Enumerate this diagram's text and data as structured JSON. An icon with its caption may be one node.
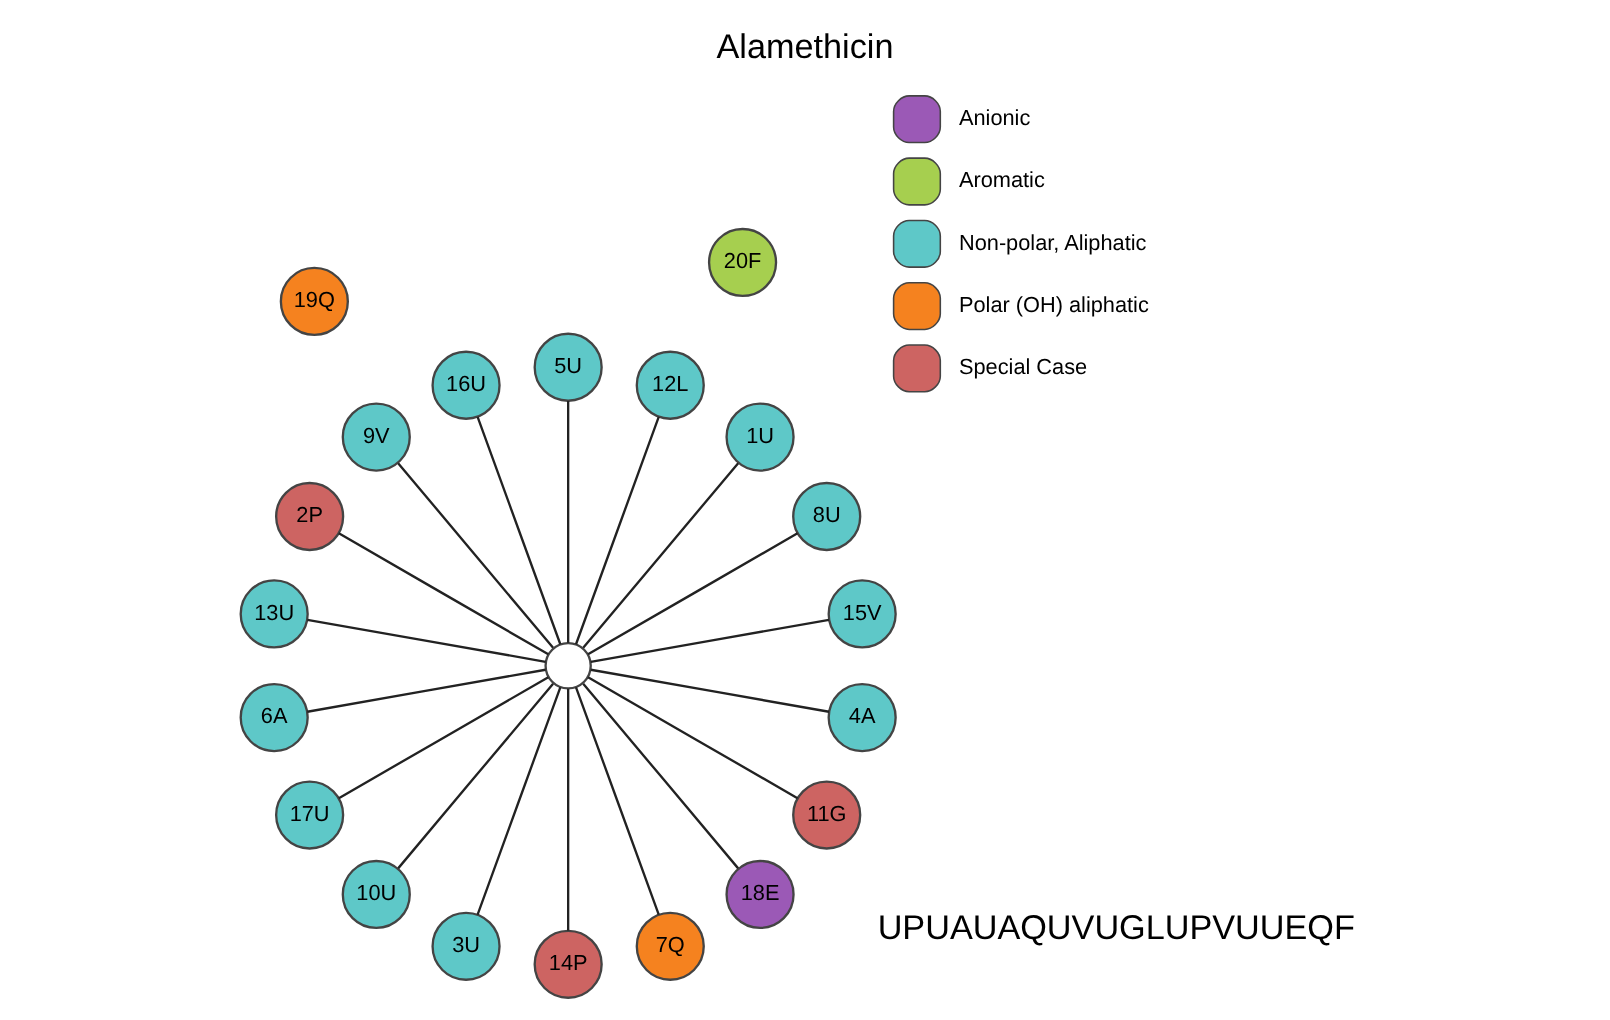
{
  "diagram": {
    "title": "Alamethicin",
    "nodes": [
      {
        "text": [
          "15V"
        ]
      },
      {
        "text": [
          "8U"
        ]
      },
      {
        "text": [
          "1U"
        ]
      },
      {
        "text": [
          "12L"
        ]
      },
      {
        "text": [
          "5U"
        ]
      },
      {
        "text": [
          "16U"
        ]
      },
      {
        "text": [
          "9V"
        ]
      },
      {
        "text": [
          "2P"
        ]
      },
      {
        "text": [
          "13U"
        ]
      },
      {
        "text": [
          "6A"
        ]
      },
      {
        "text": [
          "17U"
        ]
      },
      {
        "text": [
          "10U"
        ]
      },
      {
        "text": [
          "3U"
        ]
      },
      {
        "text": [
          "14P"
        ]
      },
      {
        "text": [
          "7Q"
        ]
      },
      {
        "text": [
          "18E"
        ]
      },
      {
        "text": [
          "11G"
        ]
      },
      {
        "text": [
          "4A"
        ]
      },
      {
        "text": [
          "19Q"
        ]
      },
      {
        "text": [
          "20F"
        ]
      },
      {
        "text": [],
        "shape": "circle"
      }
    ],
    "edges": [
      {
        "from": 20,
        "to": 0,
        "arrow": "none"
      },
      {
        "from": 20,
        "to": 1,
        "arrow": "none"
      },
      {
        "from": 20,
        "to": 2,
        "arrow": "none"
      },
      {
        "from": 20,
        "to": 3,
        "arrow": "none"
      },
      {
        "from": 20,
        "to": 4,
        "arrow": "none"
      },
      {
        "from": 20,
        "to": 5,
        "arrow": "none"
      },
      {
        "from": 20,
        "to": 6,
        "arrow": "none"
      },
      {
        "from": 20,
        "to": 7,
        "arrow": "none"
      },
      {
        "from": 20,
        "to": 8,
        "arrow": "none"
      },
      {
        "from": 20,
        "to": 9,
        "arrow": "none"
      },
      {
        "from": 20,
        "to": 10,
        "arrow": "none"
      },
      {
        "from": 20,
        "to": 11,
        "arrow": "none"
      },
      {
        "from": 20,
        "to": 12,
        "arrow": "none"
      },
      {
        "from": 20,
        "to": 13,
        "arrow": "none"
      },
      {
        "from": 20,
        "to": 14,
        "arrow": "none"
      },
      {
        "from": 20,
        "to": 15,
        "arrow": "none"
      },
      {
        "from": 20,
        "to": 16,
        "arrow": "none"
      },
      {
        "from": 20,
        "to": 17,
        "arrow": "none"
      }
    ],
    "labels": [
      "UPUAUAQUVUGLUPVUUEQF"
    ],
    "legend": [
      {
        "text": "Anionic",
        "color": "#9b59b6"
      },
      {
        "text": "Aromatic",
        "color": "#a6cf4f"
      },
      {
        "text": "Non-polar, Aliphatic",
        "color": "#5ec8c8"
      },
      {
        "text": "Polar (OH) aliphatic",
        "color": "#f5821f"
      },
      {
        "text": "Special Case",
        "color": "#cd6462"
      }
    ]
  }
}
